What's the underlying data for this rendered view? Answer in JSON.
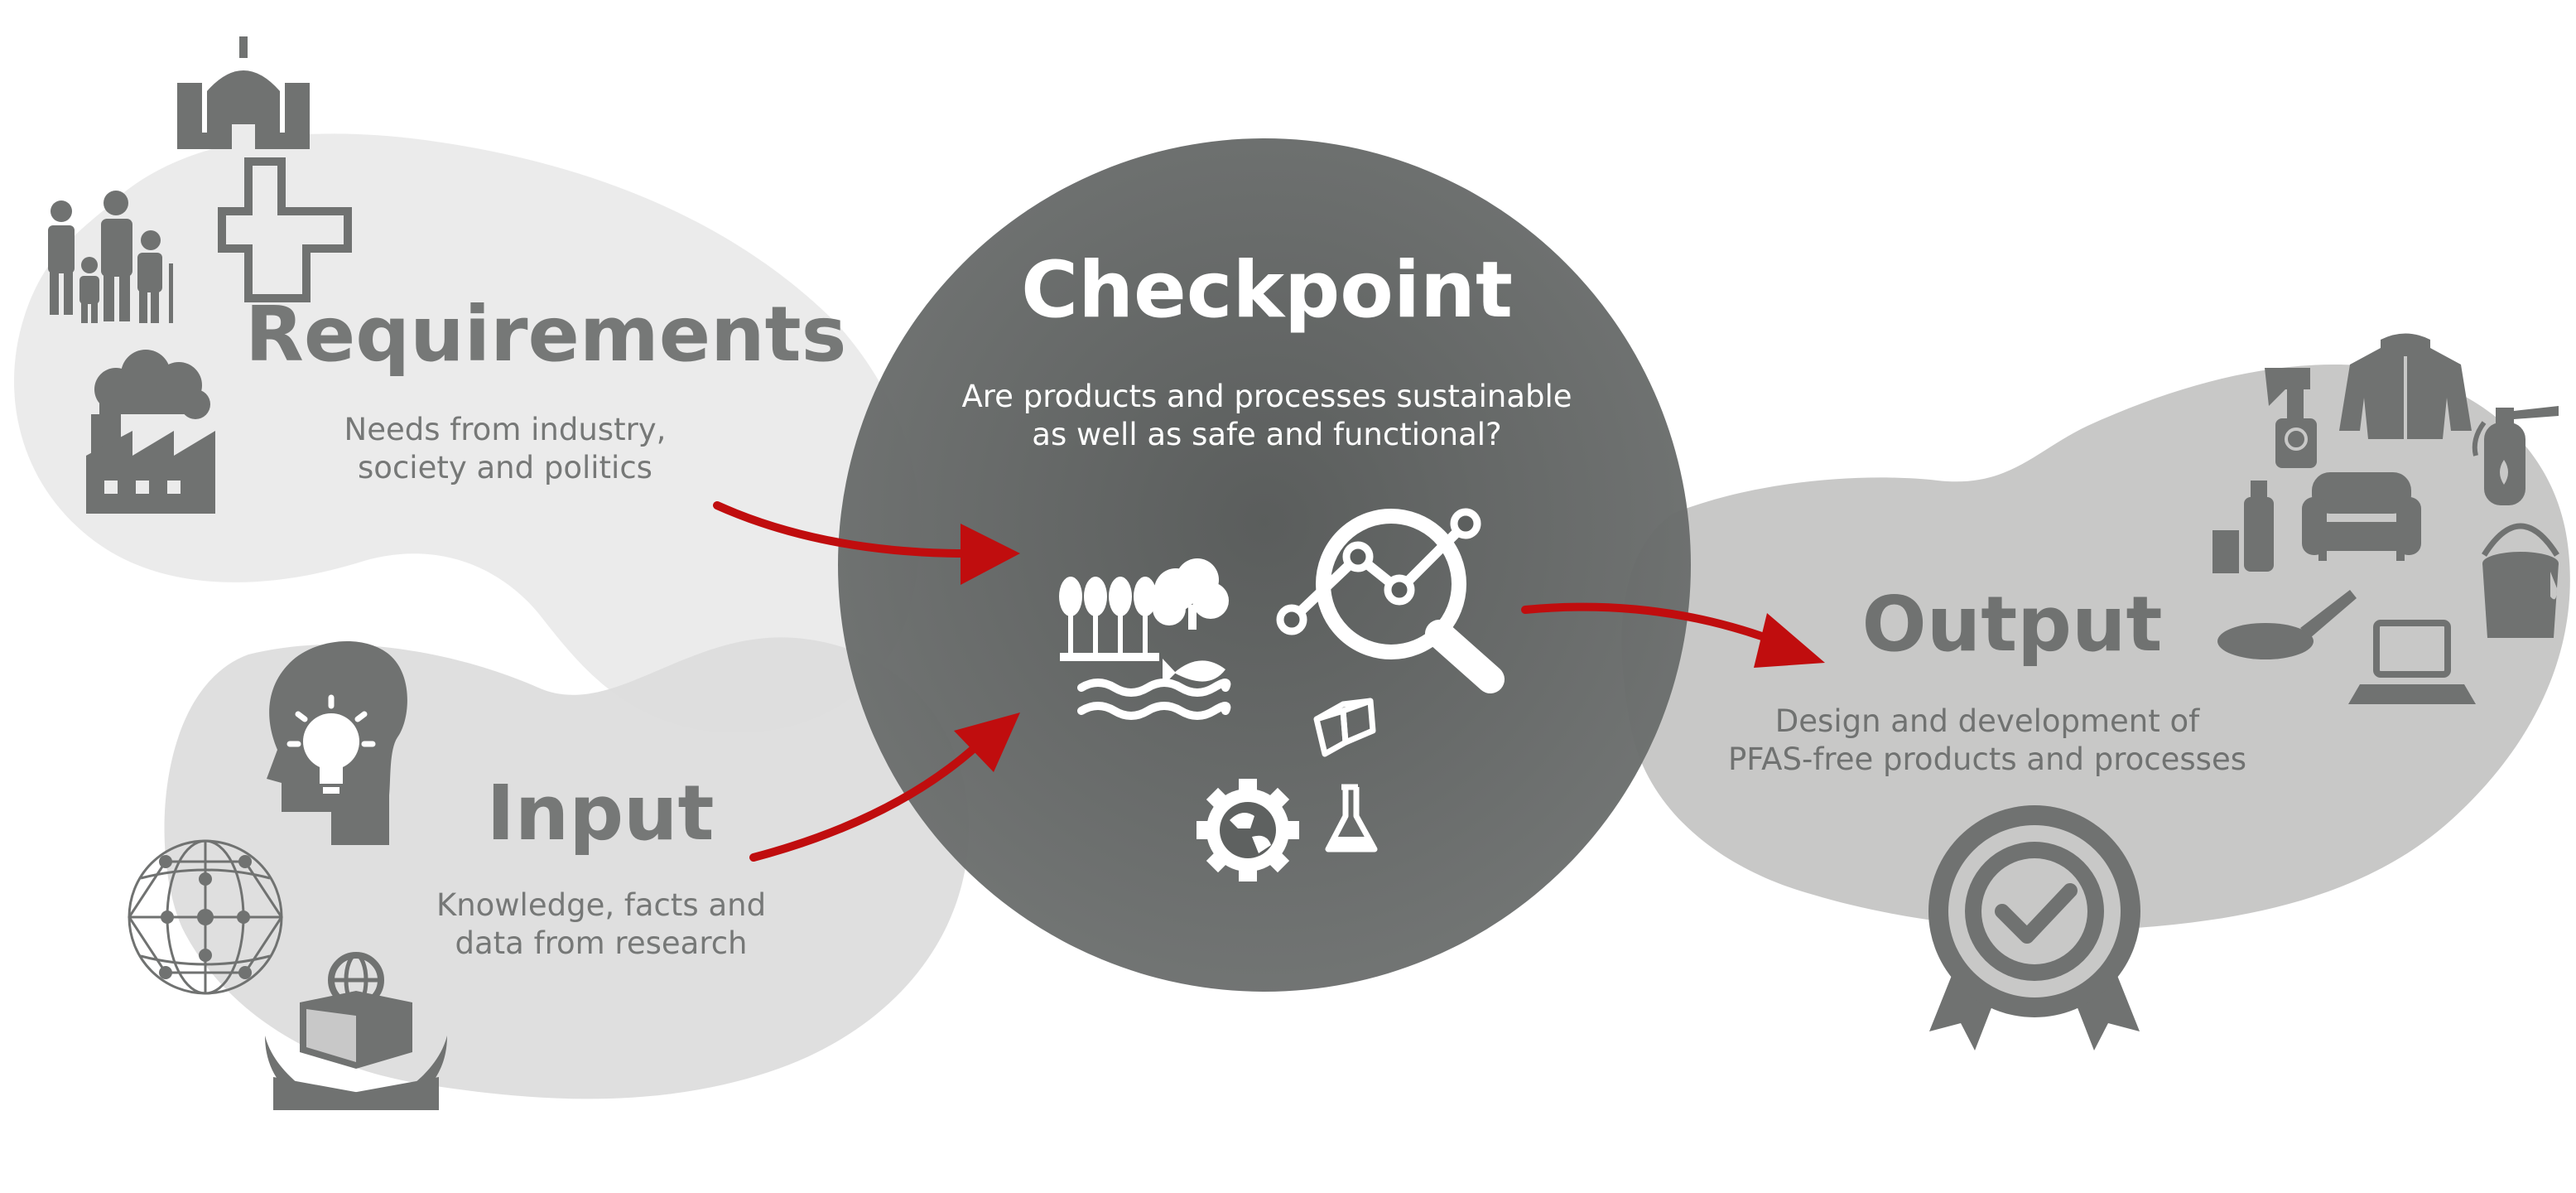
{
  "requirements": {
    "title": "Requirements",
    "lines": [
      "Needs from industry,",
      "society and politics"
    ]
  },
  "input": {
    "title": "Input",
    "lines": [
      "Knowledge, facts and",
      "data from research"
    ]
  },
  "checkpoint": {
    "title": "Checkpoint",
    "lines": [
      "Are products and processes sustainable",
      "as well as safe and functional?"
    ]
  },
  "output": {
    "title": "Output",
    "lines": [
      "Design and development of",
      "PFAS-free products and processes"
    ]
  },
  "colors": {
    "light_blob": "#ebebeb",
    "input_blob": "#dcdcdc",
    "output_blob": "#c8c8c7",
    "checkpoint_circle": "#686b6a",
    "icon_gray": "#707271",
    "text_gray": "#767877",
    "arrow_red": "#c00d0e",
    "white": "#ffffff"
  },
  "icons": [
    "building-icon",
    "medical-cross-icon",
    "family-icon",
    "factory-icon",
    "head-lightbulb-icon",
    "network-globe-icon",
    "hands-globe-box-icon",
    "crops-icon",
    "tree-icon",
    "fish-water-icon",
    "magnifier-chart-icon",
    "cube-icon",
    "gear-globe-icon",
    "flask-icon",
    "spray-bottle-icon",
    "jacket-icon",
    "fire-extinguisher-icon",
    "bottles-icon",
    "sofa-icon",
    "paint-bucket-icon",
    "frying-pan-icon",
    "laptop-icon",
    "award-badge-icon"
  ]
}
